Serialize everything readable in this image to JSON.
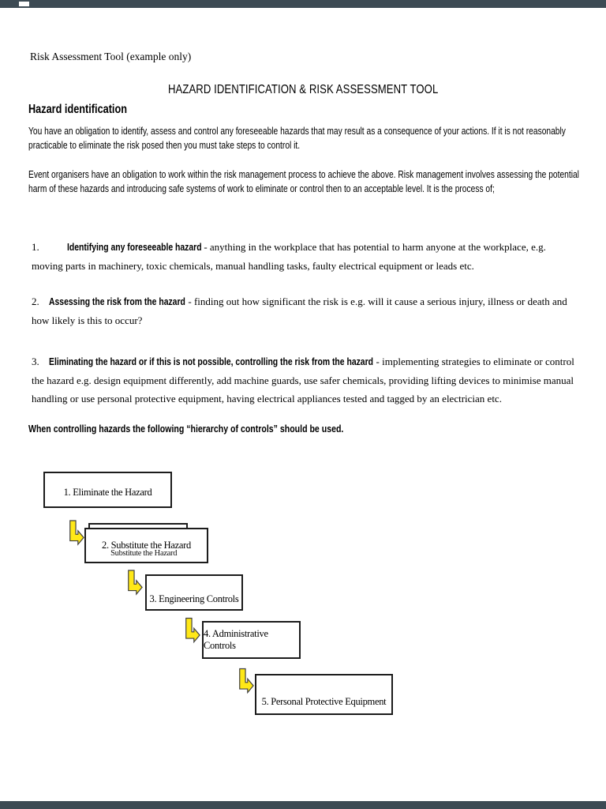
{
  "viewer": {
    "bar_color": "#3d4b54"
  },
  "document": {
    "header_note": "Risk Assessment Tool (example only)",
    "title": "HAZARD IDENTIFICATION & RISK ASSESSMENT TOOL",
    "section_heading": "Hazard identification",
    "intro_paragraphs": [
      "You have an obligation to identify, assess and control any foreseeable hazards that may result as a consequence of your actions. If it is not reasonably practicable to eliminate the risk posed then you must take steps to control it.",
      "Event organisers have an obligation to work within the risk management process to achieve the above. Risk management involves assessing the potential harm of these hazards and introducing safe systems of work to eliminate or control then to an acceptable level. It is the process of;"
    ],
    "process_list": [
      {
        "number": "1.",
        "lead": "Identifying any foreseeable hazard",
        "text": " - anything in the workplace that has potential to harm anyone at the workplace, e.g. moving parts in machinery, toxic chemicals, manual handling tasks, faulty electrical equipment or leads etc."
      },
      {
        "number": "2.",
        "lead": "Assessing the risk from the hazard",
        "text": " - finding out how significant the risk is e.g. will it cause a serious injury, illness or death and how likely is this to occur?"
      },
      {
        "number": "3.",
        "lead": "Eliminating the hazard or if this is not possible, controlling the risk from the hazard",
        "text": " - implementing strategies to eliminate or control the hazard e.g. design equipment differently, add machine guards, use safer chemicals, providing lifting devices to minimise manual handling or use personal protective equipment, having electrical appliances tested and tagged by an electrician etc."
      }
    ],
    "hierarchy_intro": "When controlling hazards the following “hierarchy of controls” should be used.",
    "hierarchy_steps": [
      {
        "label": "1. Eliminate the Hazard"
      },
      {
        "label": "2. Substitute the Hazard",
        "ghost_label": "Substitute the Hazard"
      },
      {
        "label": "3. Engineering Controls"
      },
      {
        "label": "4. Administrative Controls"
      },
      {
        "label": "5. Personal Protective Equipment"
      }
    ],
    "arrow": {
      "fill": "#ffe817",
      "outline": "#404040"
    }
  }
}
